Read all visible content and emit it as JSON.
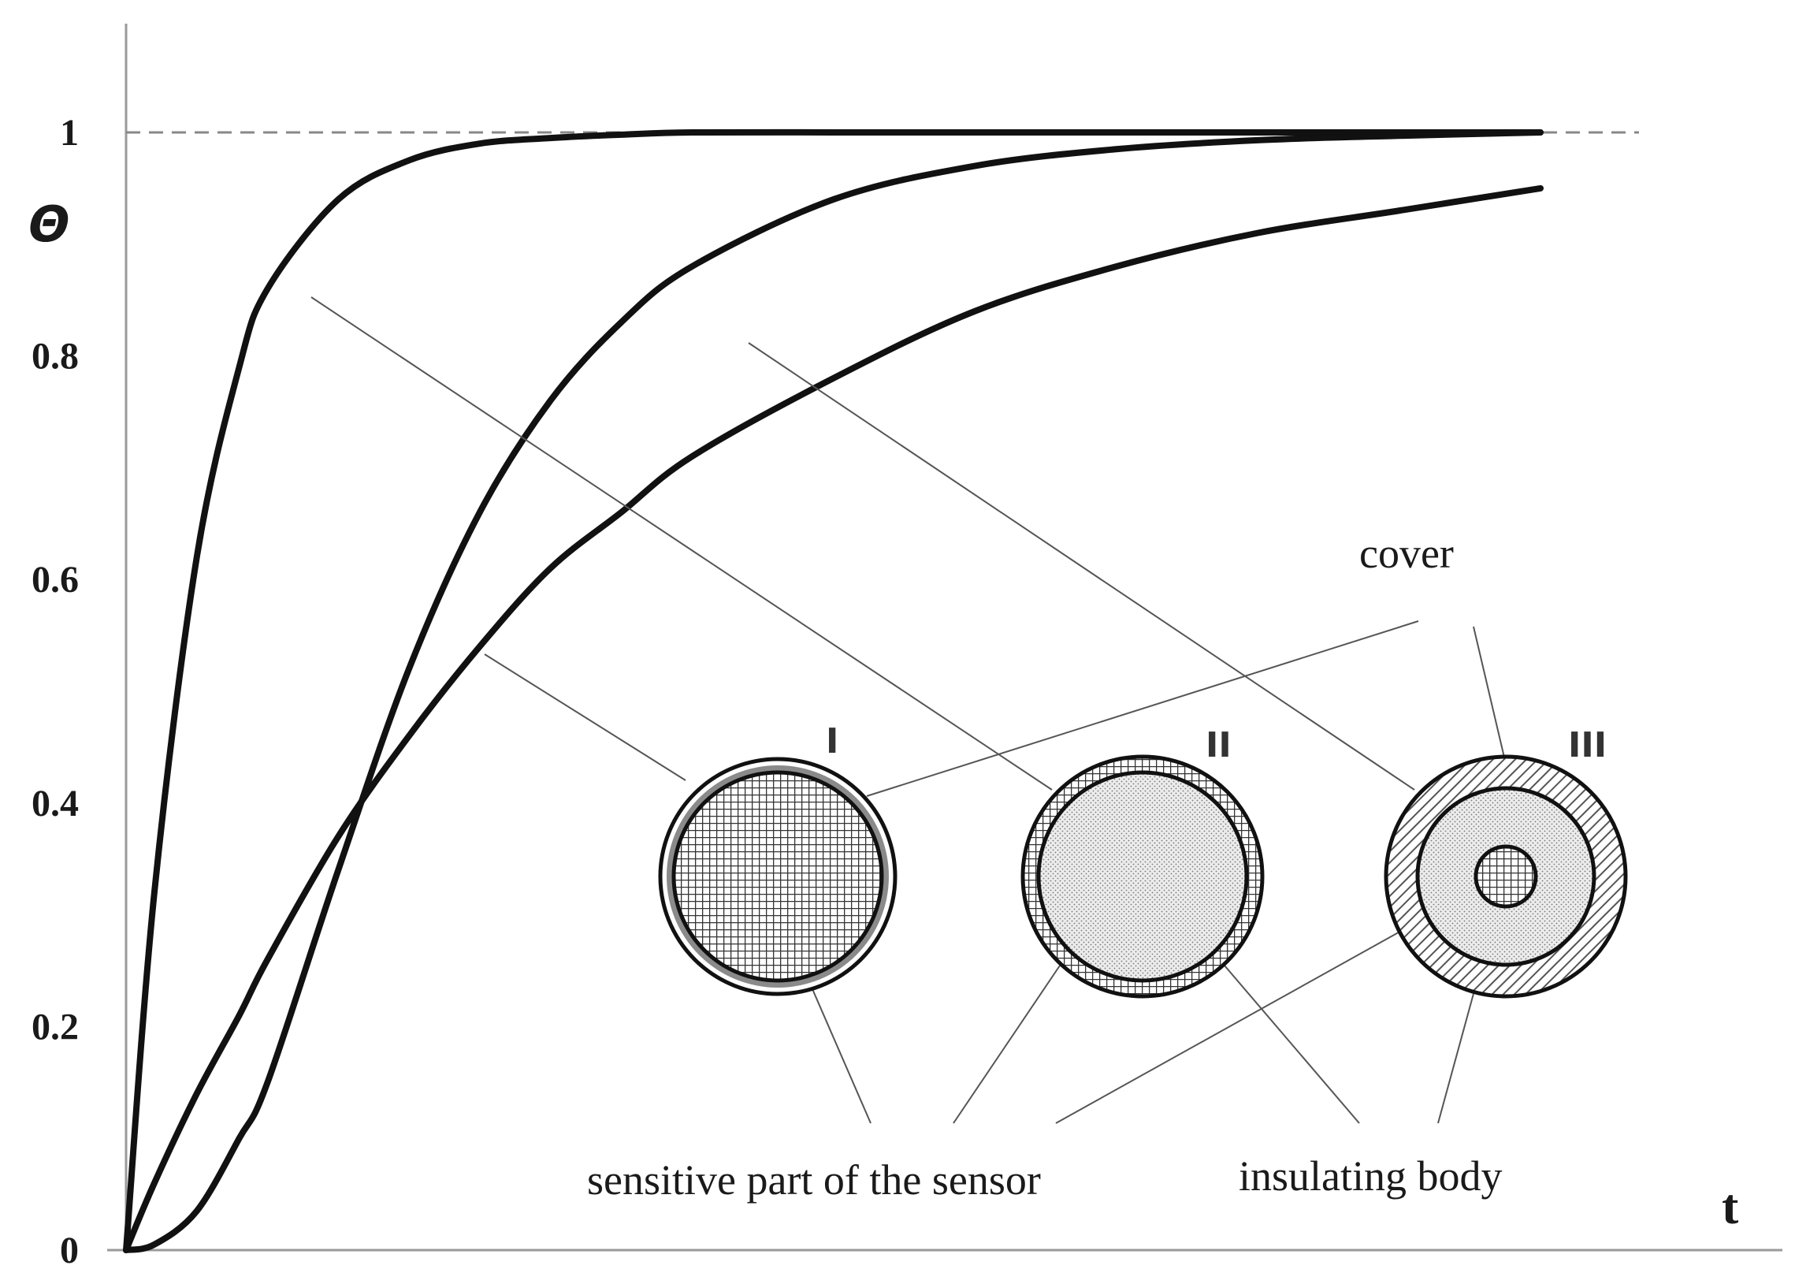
{
  "chart_data": {
    "type": "line",
    "xlabel": "t",
    "ylabel": "Θ",
    "ylim": [
      0,
      1.1
    ],
    "y_ticks": [
      "0",
      "0.2",
      "0.4",
      "0.6",
      "0.8",
      "1"
    ],
    "reference_line": {
      "y": 1,
      "style": "dashed"
    },
    "x": [
      0,
      0.02,
      0.05,
      0.08,
      0.1,
      0.15,
      0.2,
      0.25,
      0.3,
      0.35,
      0.4,
      0.5,
      0.6,
      0.7,
      0.8,
      0.9,
      1.0
    ],
    "series": [
      {
        "values": [
          0,
          0.32,
          0.62,
          0.79,
          0.86,
          0.94,
          0.975,
          0.99,
          0.995,
          0.998,
          1.0,
          1.0,
          1.0,
          1.0,
          1.0,
          1.0,
          1.0
        ]
      },
      {
        "values": [
          0,
          0.005,
          0.035,
          0.1,
          0.15,
          0.34,
          0.52,
          0.66,
          0.76,
          0.83,
          0.88,
          0.94,
          0.97,
          0.985,
          0.993,
          0.997,
          1.0
        ]
      },
      {
        "values": [
          0,
          0.06,
          0.14,
          0.21,
          0.26,
          0.37,
          0.46,
          0.54,
          0.61,
          0.66,
          0.71,
          0.78,
          0.84,
          0.88,
          0.91,
          0.93,
          0.95
        ]
      }
    ]
  },
  "sensors": [
    {
      "label": "I"
    },
    {
      "label": "II"
    },
    {
      "label": "III"
    }
  ],
  "annotations": {
    "cover": "cover",
    "sensitive_part": "sensitive part of the sensor",
    "insulating_body": "insulating body"
  }
}
